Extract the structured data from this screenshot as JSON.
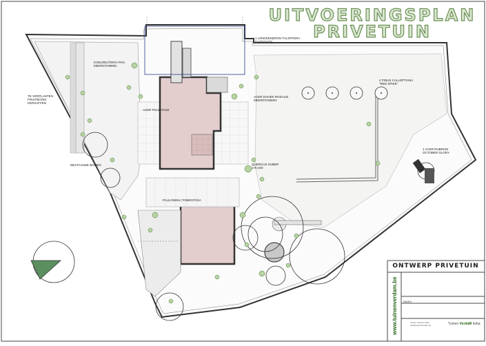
{
  "title": {
    "line1": "UITVOERINGSPLAN",
    "line2": "PRIVETUIN"
  },
  "title_block": {
    "project": "ONTWERP PRIVETUIN",
    "index_label": "INDEX",
    "website": "www.tuinenverdam.be",
    "logo": {
      "prefix": "Tuinen",
      "brand": "VerdaM",
      "suffix": "bvba"
    },
    "small_text": [
      "Tuinen Verdam bvba",
      "info@tuinenverdam.be"
    ]
  },
  "plant_labels": {
    "pine": "1 LIRIODENDRON TULIPIFERA FASTIGIATA",
    "pinus": "4 PINUS CALLEPTIANA \"RED SPIKE\"",
    "acer_davidii": "ACER DAVIDII ROSALIE MEERSTAMMIG",
    "acer_rubrum": "1 ACER RUBRUM OCTOBER GLORY",
    "quercus": "QUERCUS SUBER 175-200",
    "koelreuteria": "KOELREUTERIA PAN. MEERSTAMMIG",
    "fruitboom": "TE VERPLANTEN FRUITBOOM KERSAFFEN",
    "bestaande": "BESTAANDE BOMEN",
    "paulownia": "PAULOWNIA TOMENTOSA",
    "acer_palmatum": "ACER PALMATUM"
  },
  "colors": {
    "building": "#e3cdcd",
    "outline": "#333333",
    "lawn": "#f2f4f0",
    "paving": "#ededed",
    "accent": "#6a8f55",
    "dark_border": "#555555"
  },
  "icons": [
    "compass-north-arrow-icon",
    "tree-symbol-icon",
    "bench-icon"
  ]
}
